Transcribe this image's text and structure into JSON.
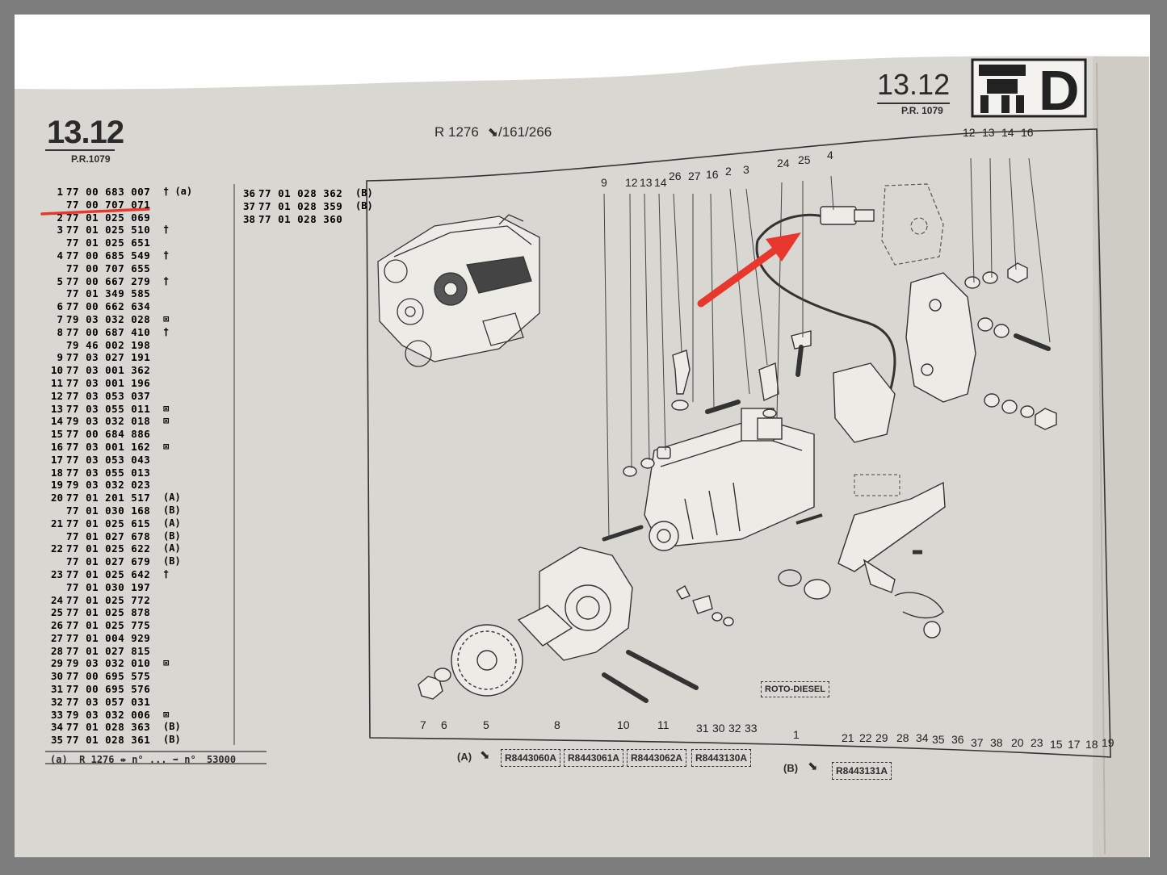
{
  "page": {
    "section_left": "13.12",
    "pr_left": "P.R.1079",
    "section_right": "13.12",
    "pr_right": "P.R. 1079",
    "center_header": "R 1276",
    "center_header_suffix": "/161/266",
    "brand_letter": "D",
    "roto_diesel_label": "ROTO-DIESEL"
  },
  "parts_left": [
    {
      "idx": "1",
      "num": "77 00 683 007",
      "mark": "† (a)"
    },
    {
      "idx": "",
      "num": "77 00 707 071",
      "mark": ""
    },
    {
      "idx": "2",
      "num": "77 01 025 069",
      "mark": ""
    },
    {
      "idx": "3",
      "num": "77 01 025 510",
      "mark": "†"
    },
    {
      "idx": "",
      "num": "77 01 025 651",
      "mark": ""
    },
    {
      "idx": "4",
      "num": "77 00 685 549",
      "mark": "†"
    },
    {
      "idx": "",
      "num": "77 00 707 655",
      "mark": ""
    },
    {
      "idx": "5",
      "num": "77 00 667 279",
      "mark": "†"
    },
    {
      "idx": "",
      "num": "77 01 349 585",
      "mark": ""
    },
    {
      "idx": "6",
      "num": "77 00 662 634",
      "mark": ""
    },
    {
      "idx": "7",
      "num": "79 03 032 028",
      "mark": "⊠"
    },
    {
      "idx": "8",
      "num": "77 00 687 410",
      "mark": "†"
    },
    {
      "idx": "",
      "num": "79 46 002 198",
      "mark": ""
    },
    {
      "idx": "9",
      "num": "77 03 027 191",
      "mark": ""
    },
    {
      "idx": "10",
      "num": "77 03 001 362",
      "mark": ""
    },
    {
      "idx": "11",
      "num": "77 03 001 196",
      "mark": ""
    },
    {
      "idx": "12",
      "num": "77 03 053 037",
      "mark": ""
    },
    {
      "idx": "13",
      "num": "77 03 055 011",
      "mark": "⊠"
    },
    {
      "idx": "14",
      "num": "79 03 032 018",
      "mark": "⊠"
    },
    {
      "idx": "15",
      "num": "77 00 684 886",
      "mark": ""
    },
    {
      "idx": "16",
      "num": "77 03 001 162",
      "mark": "⊠"
    },
    {
      "idx": "17",
      "num": "77 03 053 043",
      "mark": ""
    },
    {
      "idx": "18",
      "num": "77 03 055 013",
      "mark": ""
    },
    {
      "idx": "19",
      "num": "79 03 032 023",
      "mark": ""
    },
    {
      "idx": "20",
      "num": "77 01 201 517",
      "mark": "(A)"
    },
    {
      "idx": "",
      "num": "77 01 030 168",
      "mark": "(B)"
    },
    {
      "idx": "21",
      "num": "77 01 025 615",
      "mark": "(A)"
    },
    {
      "idx": "",
      "num": "77 01 027 678",
      "mark": "(B)"
    },
    {
      "idx": "22",
      "num": "77 01 025 622",
      "mark": "(A)"
    },
    {
      "idx": "",
      "num": "77 01 027 679",
      "mark": "(B)"
    },
    {
      "idx": "23",
      "num": "77 01 025 642",
      "mark": "†"
    },
    {
      "idx": "",
      "num": "77 01 030 197",
      "mark": ""
    },
    {
      "idx": "24",
      "num": "77 01 025 772",
      "mark": ""
    },
    {
      "idx": "25",
      "num": "77 01 025 878",
      "mark": ""
    },
    {
      "idx": "26",
      "num": "77 01 025 775",
      "mark": ""
    },
    {
      "idx": "27",
      "num": "77 01 004 929",
      "mark": ""
    },
    {
      "idx": "28",
      "num": "77 01 027 815",
      "mark": ""
    },
    {
      "idx": "29",
      "num": "79 03 032 010",
      "mark": "⊠"
    },
    {
      "idx": "30",
      "num": "77 00 695 575",
      "mark": ""
    },
    {
      "idx": "31",
      "num": "77 00 695 576",
      "mark": ""
    },
    {
      "idx": "32",
      "num": "77 03 057 031",
      "mark": ""
    },
    {
      "idx": "33",
      "num": "79 03 032 006",
      "mark": "⊠"
    },
    {
      "idx": "34",
      "num": "77 01 028 363",
      "mark": "(B)"
    },
    {
      "idx": "35",
      "num": "77 01 028 361",
      "mark": "(B)"
    }
  ],
  "parts_right": [
    {
      "idx": "36",
      "num": "77 01 028 362",
      "mark": "(B)"
    },
    {
      "idx": "37",
      "num": "77 01 028 359",
      "mark": "(B)"
    },
    {
      "idx": "38",
      "num": "77 01 028 360",
      "mark": ""
    }
  ],
  "footnote": {
    "a": "(a)",
    "r": "R 1276",
    "n1": "n°",
    "dots": "...",
    "n2": "n°",
    "serial": "53000"
  },
  "refs_a": {
    "label": "(A)",
    "codes": [
      "R8443060A",
      "R8443061A",
      "R8443062A",
      "R8443130A"
    ]
  },
  "refs_b": {
    "label": "(B)",
    "code": "R8443131A"
  },
  "callouts_top": [
    "9",
    "12",
    "13",
    "14",
    "26",
    "27",
    "16",
    "2",
    "3",
    "24",
    "25",
    "4"
  ],
  "callouts_top_right": [
    "12",
    "13",
    "14",
    "16"
  ],
  "callouts_bottom": [
    "7",
    "6",
    "5",
    "8",
    "10",
    "11",
    "31",
    "30",
    "32",
    "33",
    "1",
    "21",
    "22",
    "29",
    "28",
    "34",
    "35",
    "36",
    "37",
    "38",
    "20",
    "23",
    "15",
    "17",
    "18",
    "19"
  ],
  "colors": {
    "annotation_red": "#e8382e",
    "paper": "#d9d7d2",
    "ink": "#2b2b2b",
    "background": "#7d7d7d"
  }
}
